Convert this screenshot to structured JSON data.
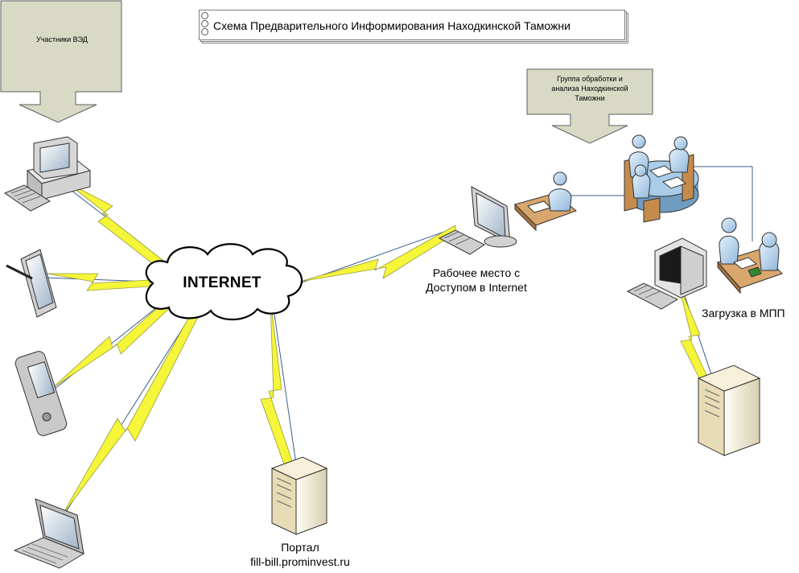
{
  "title": "Схема Предварительного Информирования Находкинской Таможни",
  "participants": {
    "label": "Участники ВЭД"
  },
  "processing_group": {
    "label_line1": "Группа обработки и",
    "label_line2": "анализа Находкинской",
    "label_line3": "Таможни"
  },
  "internet": {
    "label": "INTERNET"
  },
  "workplace": {
    "label_line1": "Рабочее место с",
    "label_line2": "Доступом в Internet"
  },
  "upload": {
    "label": "Загрузка в МПП"
  },
  "portal": {
    "label_line1": "Портал",
    "label_line2": "fill-bill.prominvest.ru"
  },
  "icons": [
    "desktop-computer-icon",
    "tablet-icon",
    "pda-icon",
    "laptop-icon",
    "server-icon",
    "workstation-icon",
    "people-at-desk-icon",
    "meeting-table-icon",
    "cloud-icon",
    "lightning-link-icon"
  ],
  "colors": {
    "callout_fill": "#d8dac5",
    "bolt_fill": "#f5f53a",
    "cloud_fill": "#ffffff",
    "person_fill": "#b9d7ee",
    "desk_fill": "#d9a66c",
    "server_fill": "#efe6cc"
  }
}
